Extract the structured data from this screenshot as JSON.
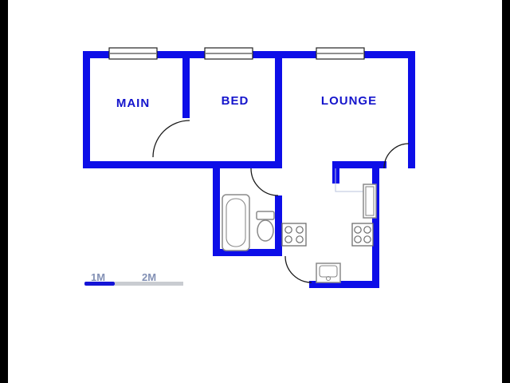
{
  "page": {
    "type": "floor-plan"
  },
  "rooms": [
    {
      "label": "MAIN"
    },
    {
      "label": "BED"
    },
    {
      "label": "LOUNGE"
    }
  ],
  "scale": {
    "marks": [
      "1M",
      "2M"
    ]
  },
  "fixtures": [
    "bathtub",
    "toilet",
    "stove",
    "stove",
    "fridge",
    "sink"
  ],
  "windows_count": 3,
  "doors_count": 4,
  "colors": {
    "wall": "#0d0ee8",
    "room_label": "#1414cc",
    "scale_label": "#8391b5",
    "door": "#1a1a1a",
    "fixture": "#8a8a8a",
    "fixture_dark": "#6e6e6e",
    "window_border": "#222222",
    "scale_blue": "#1414d6",
    "scale_gray": "#c9ccd1",
    "counter": "#b9c3de",
    "frame": "#000000",
    "background": "#ffffff"
  }
}
